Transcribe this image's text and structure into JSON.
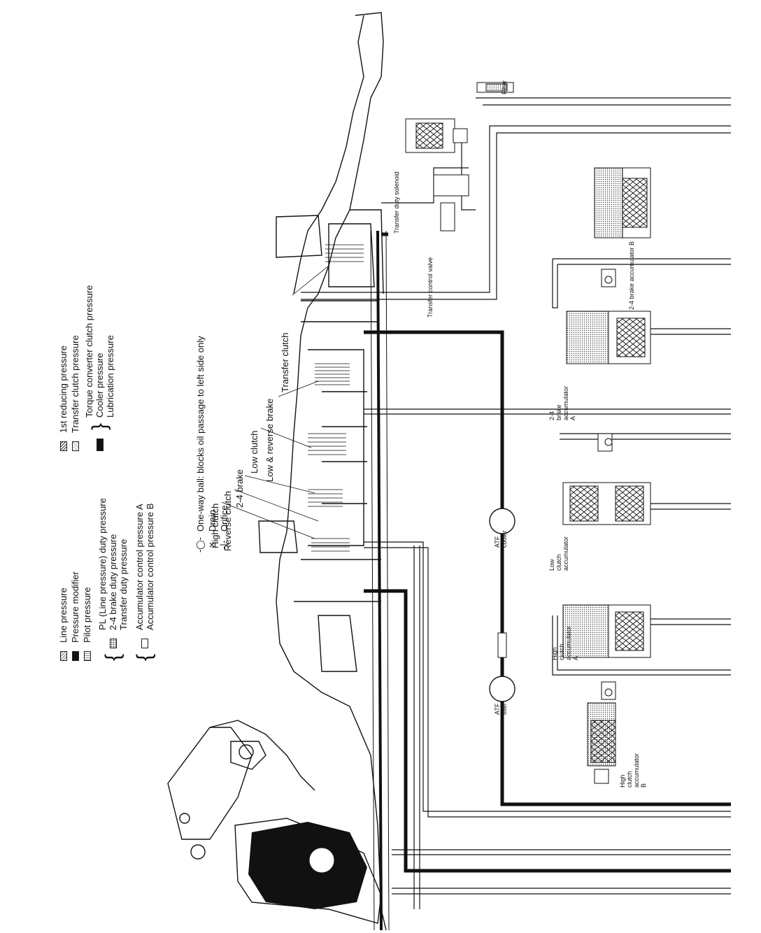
{
  "legend": {
    "col1": [
      {
        "label": "Line pressure",
        "swatch": "dots"
      },
      {
        "label": "Pressure modifier",
        "swatch": "black"
      },
      {
        "label": "Pilot pressure",
        "swatch": "pilot"
      }
    ],
    "col1_group1": [
      "PL (Line pressure) duty pressure",
      "2-4 brake duty pressure",
      "Transfer duty pressure"
    ],
    "col1_group2": [
      "Accumulator control pressure A",
      "Accumulator control pressure B"
    ],
    "col2": [
      {
        "label": "1st reducing pressure",
        "swatch": "hatch"
      },
      {
        "label": "Transfer clutch pressure",
        "swatch": "light"
      }
    ],
    "col2_group1": [
      "Torque converter clutch pressure",
      "Cooler pressure",
      "Lubrication pressure"
    ],
    "symbols": [
      {
        "glyph": "-◯-",
        "label": "One-way ball: blocks oil passage to left side only"
      },
      {
        "glyph": "×",
        "label": "Drain"
      },
      {
        "glyph": "-|-",
        "label": "Orifice"
      }
    ]
  },
  "components": {
    "high_clutch": "High clutch",
    "reverse_clutch": "Reverse clutch",
    "brake_24": "2-4 brake",
    "low_clutch": "Low clutch",
    "low_reverse_brake": "Low & reverse brake",
    "transfer_clutch": "Transfer clutch",
    "transfer_control_valve": "Transfer control valve",
    "transfer_duty_solenoid": "Transfer duty solenoid",
    "filter": "Filter",
    "atf_cooler": "ATF cooler",
    "atf_filter": "ATF filter",
    "high_clutch_acc_a": "High clutch accumulator A",
    "high_clutch_acc_b": "High clutch accumulator B",
    "low_clutch_acc": "Low clutch accumulator",
    "brake_24_acc_a": "2-4 brake accumulator A",
    "brake_24_acc_b": "2-4 brake accumulator B"
  }
}
